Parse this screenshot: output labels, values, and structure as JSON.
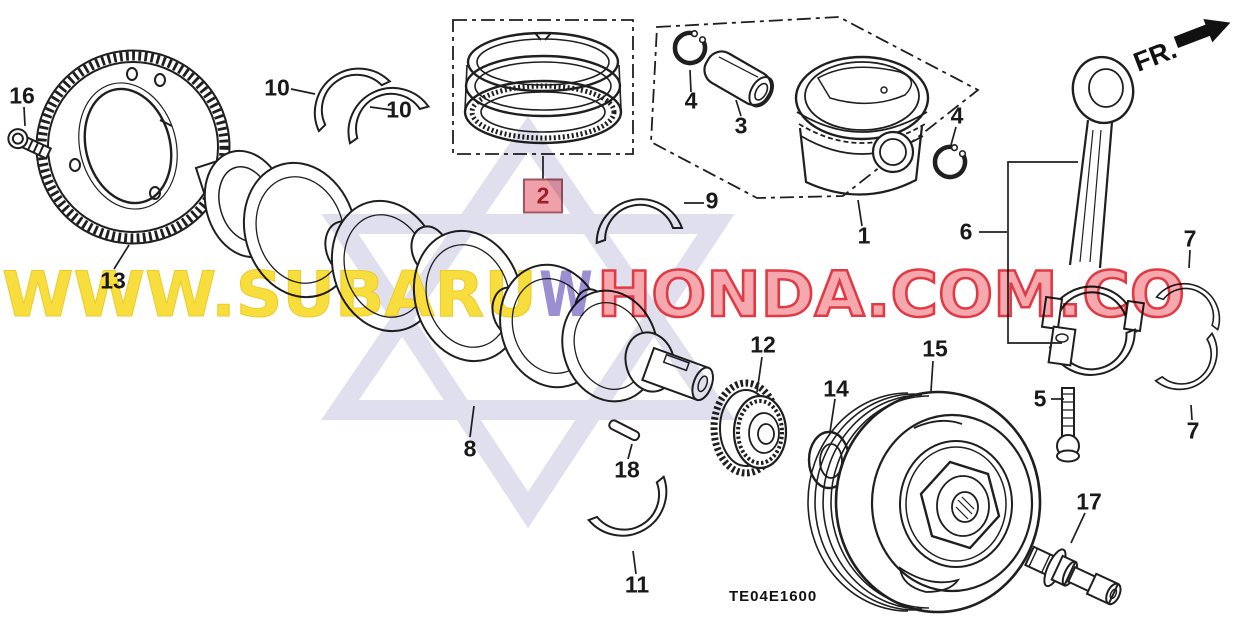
{
  "diagram": {
    "drawing_code": "TE04E1600",
    "direction_indicator": "FR.",
    "highlighted_label": "2"
  },
  "watermark": {
    "segment_yellow": "WWW.SUBARU",
    "segment_purple": "W",
    "segment_red": "HONDA.COM.CO",
    "colors": {
      "yellow": "#f8de3c",
      "purple": "#9183cc",
      "red_fill": "#f5a9ae",
      "red_stroke": "#e23a45",
      "star": "#dadaea"
    }
  },
  "labels": {
    "l16": "16",
    "l13": "13",
    "l10a": "10",
    "l10b": "10",
    "l2": "2",
    "l9": "9",
    "l4a": "4",
    "l3": "3",
    "l1": "1",
    "l4b": "4",
    "l6": "6",
    "l7a": "7",
    "l7b": "7",
    "l5": "5",
    "l8": "8",
    "l18": "18",
    "l12": "12",
    "l14": "14",
    "l15": "15",
    "l11": "11",
    "l17": "17"
  }
}
